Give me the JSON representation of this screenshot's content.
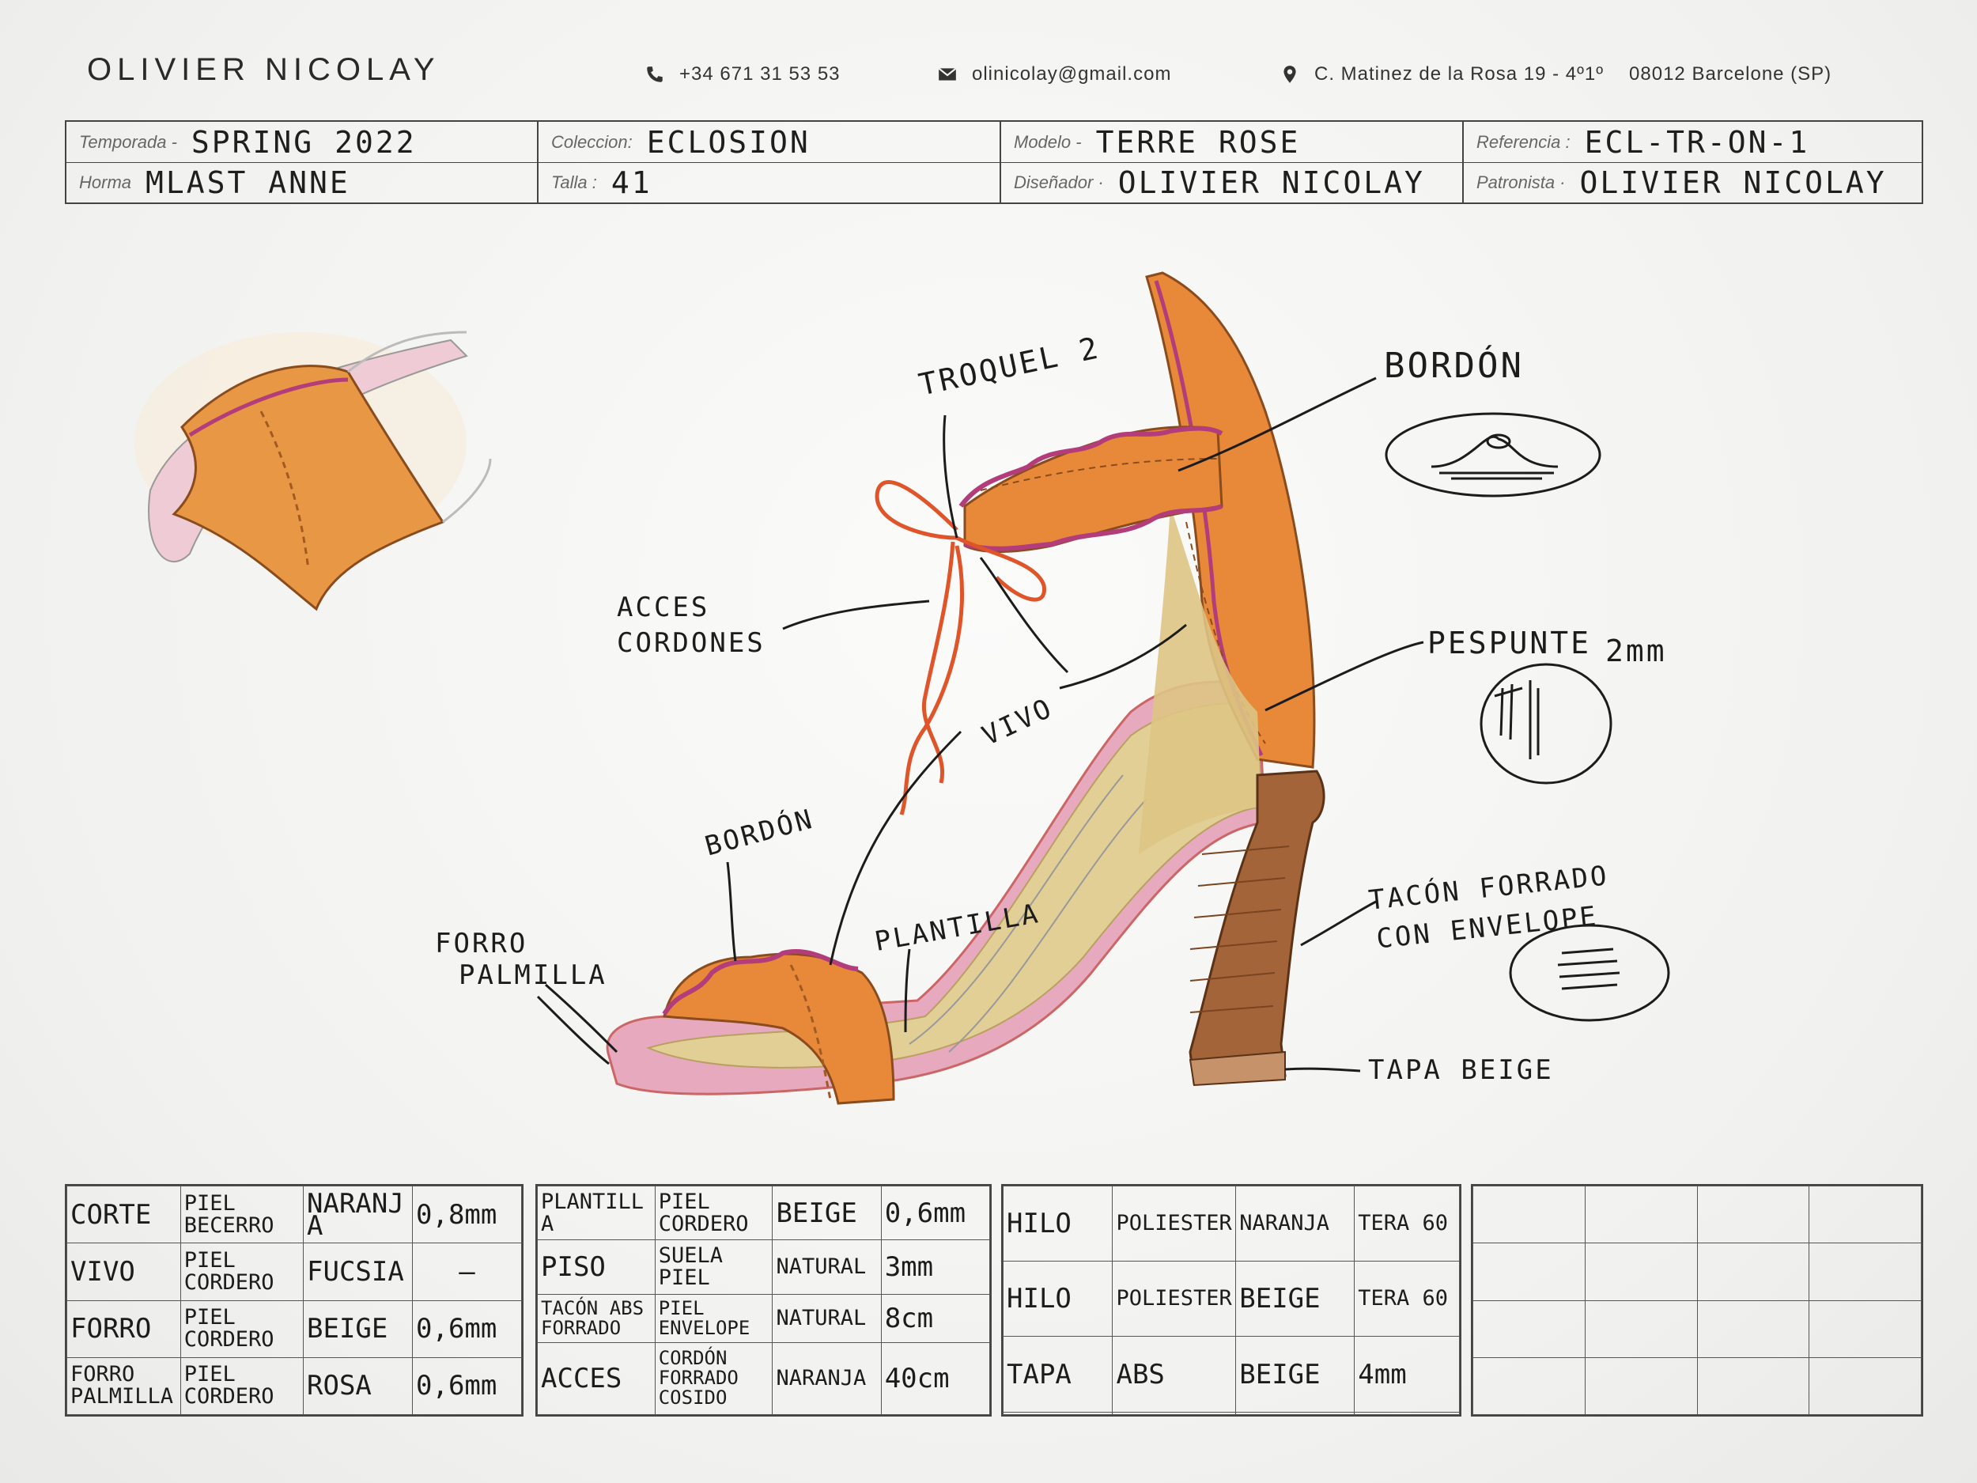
{
  "header": {
    "brand": "OLIVIER NICOLAY",
    "phone": "+34 671 31 53 53",
    "email": "olinicolay@gmail.com",
    "address": "C. Matinez de la Rosa 19 - 4º1º",
    "postal": "08012 Barcelone (SP)"
  },
  "spec": {
    "temporada_label": "Temporada -",
    "temporada": "SPRING 2022",
    "coleccion_label": "Coleccion:",
    "coleccion": "ECLOSION",
    "modelo_label": "Modelo -",
    "modelo": "TERRE ROSE",
    "referencia_label": "Referencia :",
    "referencia": "ECL-TR-ON-1",
    "horma_label": "Horma",
    "horma": "MLAST ANNE",
    "talla_label": "Talla :",
    "talla": "41",
    "disenador_label": "Diseñador ·",
    "disenador": "OLIVIER NICOLAY",
    "patronista_label": "Patronista ·",
    "patronista": "OLIVIER NICOLAY"
  },
  "annotations": {
    "troquel": "TROQUEL 2",
    "bordon_top": "BORDÓN",
    "acces_1": "ACCES",
    "acces_2": "CORDONES",
    "pespunte": "PESPUNTE",
    "pespunte_size": "2mm",
    "vivo": "VIVO",
    "bordon_mid": "BORDÓN",
    "plantilla": "PLANTILLA",
    "forro_1": "FORRO",
    "forro_2": "PALMILLA",
    "tacon_1": "TACÓN FORRADO",
    "tacon_2": "CON ENVELOPE",
    "tapa": "TAPA BEIGE"
  },
  "materials_1": [
    [
      "CORTE",
      "PIEL BECERRO",
      "NARANJA",
      "0,8mm"
    ],
    [
      "VIVO",
      "PIEL CORDERO",
      "FUCSIA",
      "—"
    ],
    [
      "FORRO",
      "PIEL CORDERO",
      "BEIGE",
      "0,6mm"
    ],
    [
      "FORRO PALMILLA",
      "PIEL CORDERO",
      "ROSA",
      "0,6mm"
    ]
  ],
  "materials_2": [
    [
      "PLANTILLA",
      "PIEL CORDERO",
      "BEIGE",
      "0,6mm"
    ],
    [
      "PISO",
      "SUELA PIEL",
      "NATURAL",
      "3mm"
    ],
    [
      "TACÓN ABS FORRADO",
      "PIEL ENVELOPE",
      "NATURAL",
      "8cm"
    ],
    [
      "ACCES",
      "CORDÓN FORRADO COSIDO",
      "NARANJA",
      "40cm"
    ]
  ],
  "materials_3": [
    [
      "HILO",
      "POLIESTER",
      "NARANJA",
      "TERA 60"
    ],
    [
      "HILO",
      "POLIESTER",
      "BEIGE",
      "TERA 60"
    ],
    [
      "TAPA",
      "ABS",
      "BEIGE",
      "4mm"
    ],
    [
      "",
      "",
      "",
      ""
    ]
  ],
  "materials_4": [
    [
      "",
      "",
      "",
      ""
    ],
    [
      "",
      "",
      "",
      ""
    ],
    [
      "",
      "",
      "",
      ""
    ],
    [
      "",
      "",
      "",
      ""
    ]
  ],
  "colors": {
    "orange": "#e8893a",
    "pink": "#e9b3c4",
    "fuchsia": "#c0337e",
    "beige": "#e2cf95",
    "heel": "#a4643a",
    "lace": "#e0542a"
  }
}
